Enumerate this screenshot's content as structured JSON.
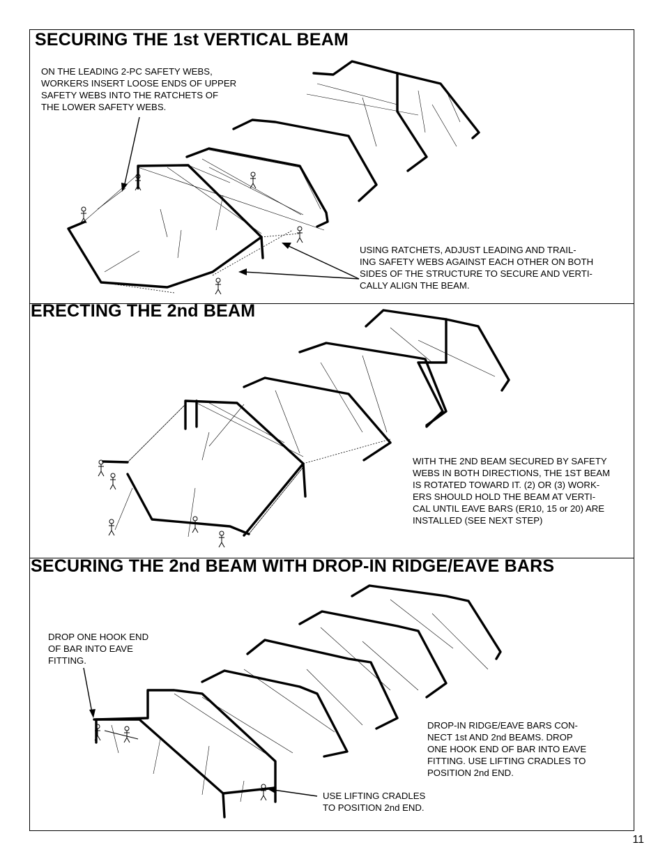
{
  "section1": {
    "heading": "SECURING THE 1st VERTICAL BEAM",
    "note_top": "ON THE LEADING 2-PC SAFETY WEBS,\nWORKERS INSERT LOOSE ENDS OF UPPER\nSAFETY WEBS INTO THE RATCHETS OF\nTHE LOWER SAFETY WEBS.",
    "note_bottom": "USING RATCHETS, ADJUST LEADING AND TRAIL-\nING SAFETY WEBS AGAINST EACH OTHER ON BOTH\nSIDES OF THE STRUCTURE TO SECURE AND VERTI-\nCALLY ALIGN THE BEAM."
  },
  "section2": {
    "heading": "ERECTING THE 2nd BEAM",
    "note": "WITH THE 2ND BEAM SECURED BY SAFETY\nWEBS IN BOTH DIRECTIONS, THE 1ST BEAM\nIS ROTATED TOWARD IT.  (2) OR (3) WORK-\nERS SHOULD HOLD THE BEAM AT VERTI-\nCAL UNTIL EAVE BARS (ER10, 15 or 20) ARE\nINSTALLED (SEE NEXT STEP)"
  },
  "section3": {
    "heading": "SECURING THE 2nd BEAM WITH DROP-IN RIDGE/EAVE BARS",
    "note_left": " DROP ONE HOOK END\nOF BAR INTO EAVE\nFITTING.",
    "note_right": "DROP-IN RIDGE/EAVE BARS CON-\nNECT 1st AND 2nd BEAMS.  DROP\nONE HOOK END OF BAR INTO EAVE\nFITTING.  USE LIFTING CRADLES TO\nPOSITION 2nd END.",
    "note_bottom": "USE LIFTING CRADLES\nTO POSITION 2nd END."
  },
  "page_number": "11"
}
